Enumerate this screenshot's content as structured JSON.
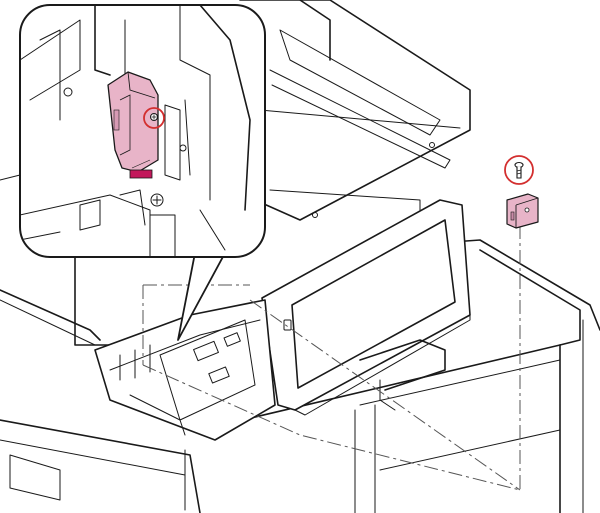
{
  "figure": {
    "kind": "service-manual-exploded-view",
    "highlight_color": "#e8b4c8",
    "highlight_dark": "#c2185b",
    "callout_color": "#d32f2f",
    "line_color": "#1a1a1a",
    "parts": [
      {
        "name": "screw",
        "icon": "screw-icon",
        "circled": true
      },
      {
        "name": "bracket-part",
        "icon": "bracket-icon",
        "highlighted": true
      }
    ]
  }
}
